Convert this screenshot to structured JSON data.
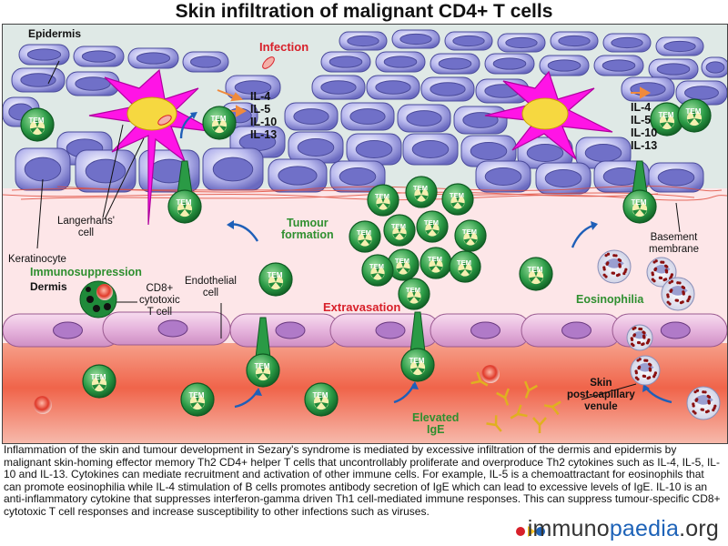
{
  "title": "Skin infiltration of malignant CD4+ T cells",
  "labels": {
    "epidermis": "Epidermis",
    "dermis": "Dermis",
    "infection": "Infection",
    "langerhans": [
      "Langerhans'",
      "cell"
    ],
    "keratinocyte": "Keratinocyte",
    "immunosuppression": "Immunosuppression",
    "cd8": [
      "CD8+",
      "cytotoxic",
      "T cell"
    ],
    "endothelial": [
      "Endothelial",
      "cell"
    ],
    "tumour_formation": [
      "Tumour",
      "formation"
    ],
    "extravasation": "Extravasation",
    "basement": [
      "Basement",
      "membrane"
    ],
    "eosinophilia": "Eosinophilia",
    "elevated_ige": [
      "Elevated",
      "IgE"
    ],
    "venule": [
      "Skin",
      "post-capillary",
      "venule"
    ],
    "cytokines_left": [
      "IL-4",
      "IL-5",
      "IL-10",
      "IL-13"
    ],
    "cytokines_right": [
      "IL-4",
      "IL-5",
      "IL-10",
      "IL-13"
    ],
    "tem": "TEM"
  },
  "caption": "Inflammation of the skin and tumour development in Sezary's syndrome is mediated by excessive infiltration of the dermis and epidermis by malignant skin-homing effector memory Th2 CD4+ helper T cells that uncontrollably proliferate and overproduce Th2 cytokines such as IL-4, IL-5, IL-10 and IL-13. Cytokines can mediate recruitment and activation of other immune cells. For example, IL-5 is a chemoattractant for eosinophils that can promote eosinophilia while IL-4 stimulation of B cells promotes antibody secretion of IgE which can lead to excessive levels of IgE. IL-10 is an anti-inflammatory cytokine that suppresses interferon-gamma driven Th1 cell-mediated immune responses. This can suppress tumour-specific CD8+ cytotoxic T cell responses and increase susceptibility to other infections such as viruses.",
  "logo": {
    "part1": "immuno",
    "part2": "paedia",
    "part3": ".org"
  },
  "colors": {
    "keratinocyte": "#8f8fd8",
    "langerhans": "#ff14e6",
    "t_cell": "#1f8a3a",
    "t_cell_core": "#f5f0b0",
    "dermis": "#fde6e8",
    "vessel": "#f06a4e",
    "cytokine_arrow": "#f08a3c",
    "recruit_arrow": "#1e5fb8",
    "antibody": "#e0b020"
  }
}
